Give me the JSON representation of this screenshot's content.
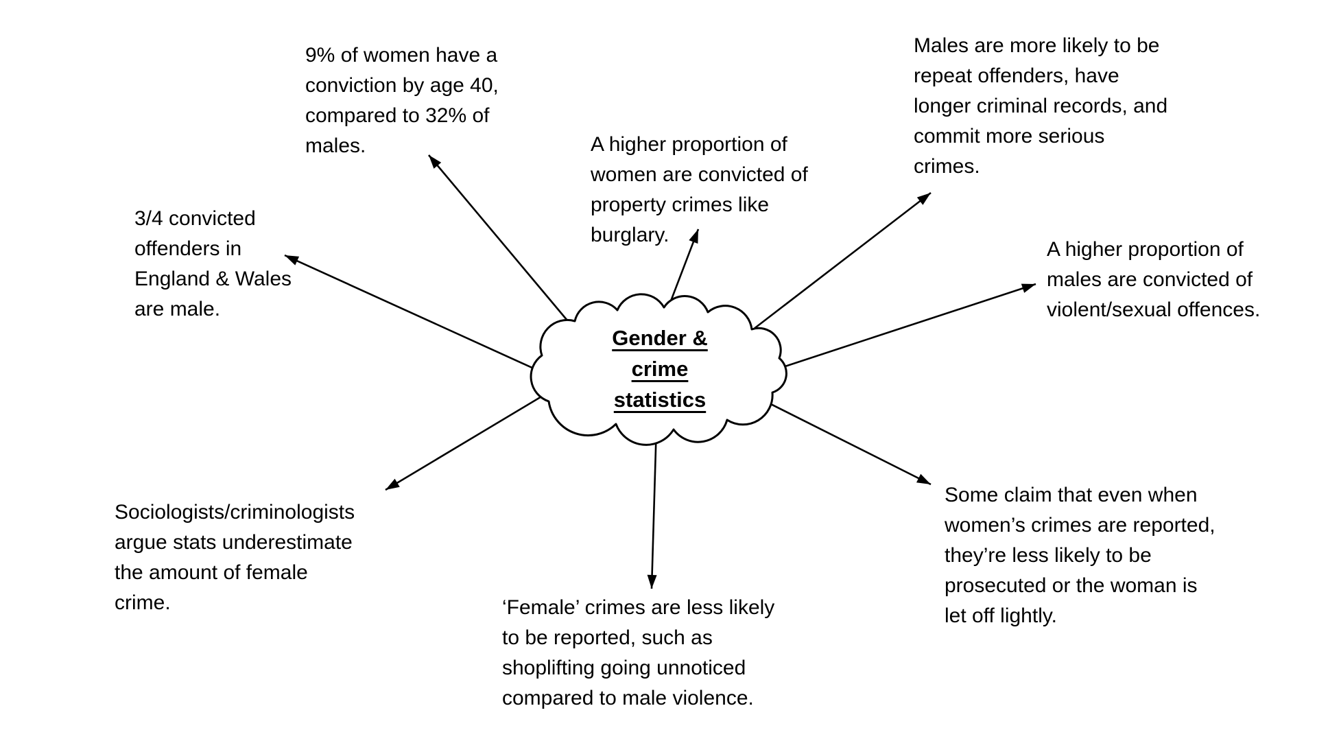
{
  "diagram": {
    "center_label": "Gender &\ncrime\nstatistics",
    "notes": [
      "9% of women have a\nconviction by age 40,\ncompared to 32% of\nmales.",
      "3/4 convicted\noffenders in\nEngland & Wales\nare male.",
      "A higher proportion of\nwomen are convicted of\nproperty crimes like\nburglary.",
      "Males are more likely to be\nrepeat offenders, have\nlonger criminal records, and\ncommit more serious\ncrimes.",
      "A higher proportion of\nmales are convicted of\nviolent/sexual offences.",
      "Sociologists/criminologists\nargue stats underestimate\nthe amount of female\ncrime.",
      "‘Female’ crimes are less likely\nto be reported, such as\nshoplifting going unnoticed\ncompared to male violence.",
      "Some claim that even when\nwomen’s crimes are reported,\nthey’re less likely to be\nprosecuted or the woman is\nlet off lightly."
    ]
  },
  "colors": {
    "ink": "#000000",
    "background": "#ffffff"
  }
}
